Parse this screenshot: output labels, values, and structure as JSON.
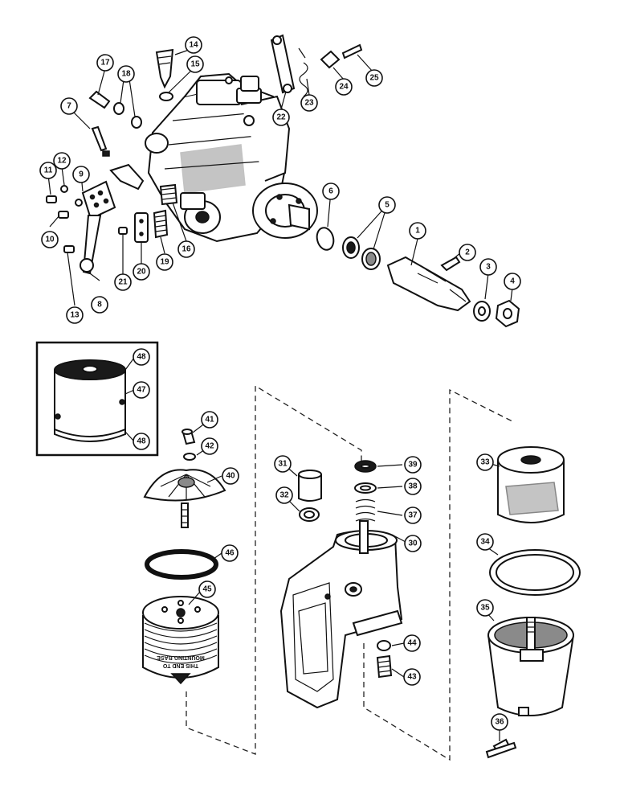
{
  "callouts": {
    "c1": "1",
    "c2": "2",
    "c3": "3",
    "c4": "4",
    "c5": "5",
    "c6": "6",
    "c7": "7",
    "c8": "8",
    "c9": "9",
    "c10": "10",
    "c11": "11",
    "c12": "12",
    "c13": "13",
    "c14": "14",
    "c15": "15",
    "c16": "16",
    "c17": "17",
    "c18": "18",
    "c19": "19",
    "c20": "20",
    "c21": "21",
    "c22": "22",
    "c23": "23",
    "c24": "24",
    "c25": "25",
    "c30": "30",
    "c31": "31",
    "c32": "32",
    "c33": "33",
    "c34": "34",
    "c35": "35",
    "c36": "36",
    "c37": "37",
    "c38": "38",
    "c39": "39",
    "c40": "40",
    "c41": "41",
    "c42": "42",
    "c43": "43",
    "c44": "44",
    "c45": "45",
    "c46": "46",
    "c47": "47",
    "c48a": "48",
    "c48b": "48"
  },
  "filter_stamp": {
    "line1": "THIS END TO",
    "line2": "MOUNTING BASE"
  }
}
